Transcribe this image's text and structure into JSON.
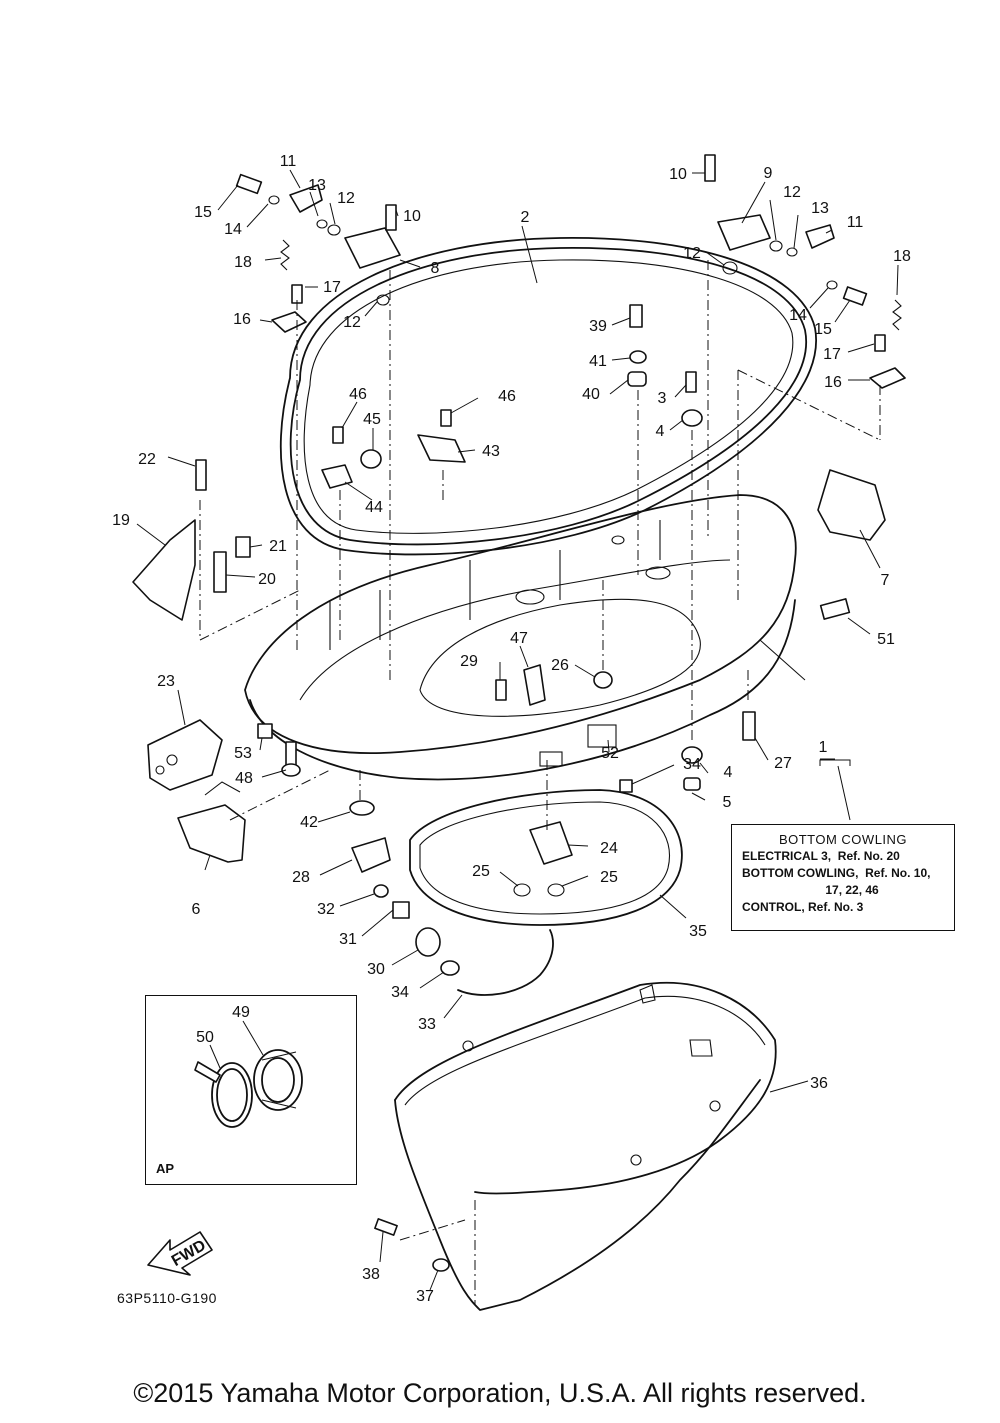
{
  "diagram": {
    "callouts": [
      "1",
      "2",
      "3",
      "4",
      "4",
      "5",
      "6",
      "7",
      "8",
      "9",
      "10",
      "10",
      "11",
      "11",
      "12",
      "12",
      "12",
      "12",
      "13",
      "13",
      "14",
      "14",
      "15",
      "15",
      "16",
      "16",
      "17",
      "17",
      "18",
      "18",
      "19",
      "20",
      "21",
      "22",
      "23",
      "24",
      "25",
      "25",
      "26",
      "27",
      "28",
      "29",
      "30",
      "31",
      "32",
      "33",
      "34",
      "34",
      "35",
      "36",
      "37",
      "38",
      "39",
      "40",
      "41",
      "42",
      "43",
      "44",
      "45",
      "46",
      "46",
      "47",
      "48",
      "49",
      "50",
      "51",
      "52",
      "53"
    ],
    "note": {
      "title": "BOTTOM COWLING",
      "lines": [
        "ELECTRICAL 3,  Ref. No. 20",
        "BOTTOM COWLING,  Ref. No. 10,",
        "                         17, 22, 46",
        "CONTROL, Ref. No. 3"
      ]
    },
    "inset_label": "AP",
    "fwd_label": "FWD",
    "drawing_code": "63P5110-G190"
  },
  "footer": {
    "copyright": "©2015 Yamaha Motor Corporation, U.S.A. All rights reserved."
  }
}
